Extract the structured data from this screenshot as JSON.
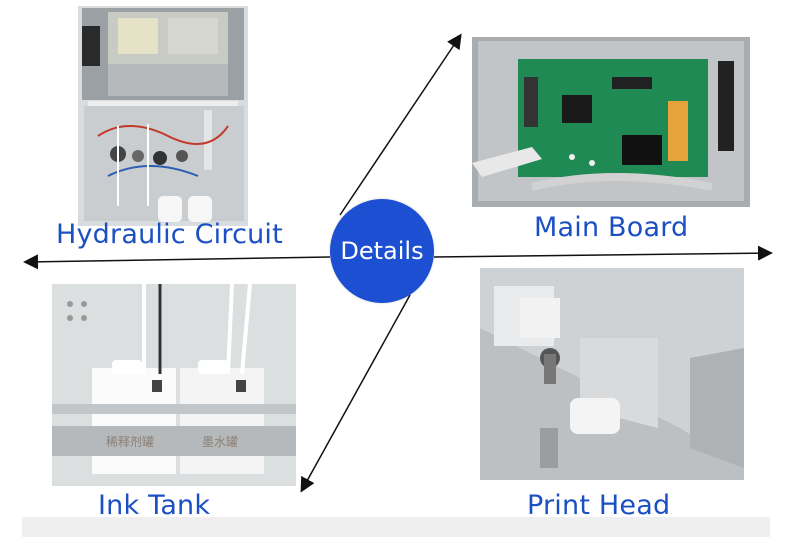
{
  "center_label": "Details",
  "captions": {
    "hydraulic": "Hydraulic Circuit",
    "main_board": "Main Board",
    "ink_tank": "Ink Tank",
    "print_head": "Print Head"
  },
  "ink_tank_labels": {
    "left": "稀释剂罐",
    "right": "墨水罐"
  },
  "colors": {
    "caption_text": "#1b4fc4",
    "details_circle": "#1c4fd2",
    "arrow": "#111111"
  }
}
